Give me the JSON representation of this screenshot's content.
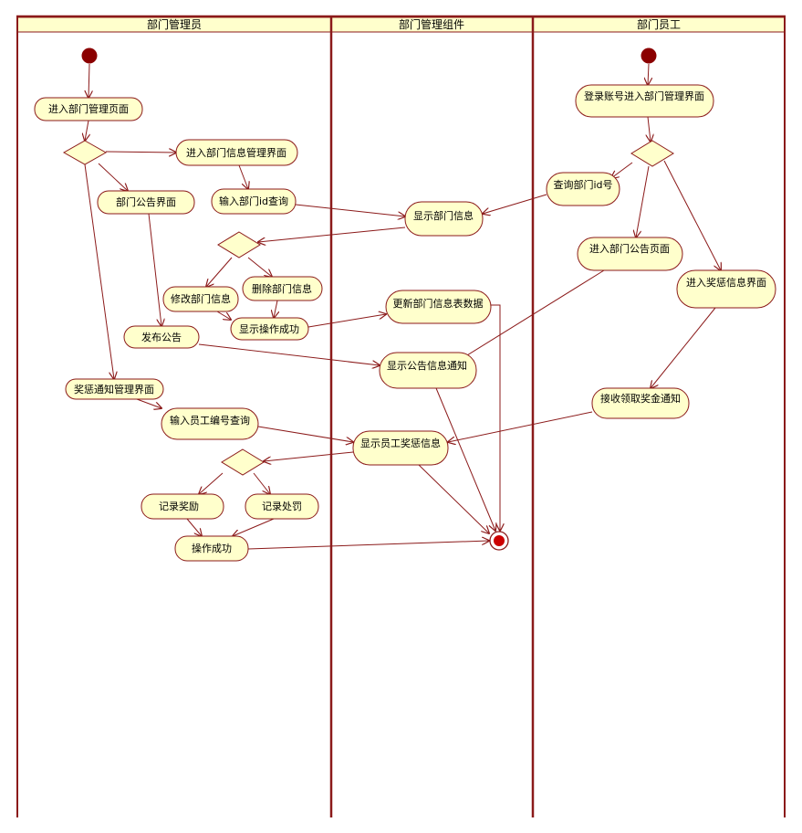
{
  "diagram": {
    "lanes": [
      {
        "id": "admin",
        "title": "部门管理员"
      },
      {
        "id": "component",
        "title": "部门管理组件"
      },
      {
        "id": "staff",
        "title": "部门员工"
      }
    ],
    "nodes": {
      "a1": "进入部门管理页面",
      "a2": "进入部门信息管理界面",
      "a3": "部门公告界面",
      "a4": "输入部门id查询",
      "a5": "修改部门信息",
      "a6": "删除部门信息",
      "a7": "显示操作成功",
      "a8": "发布公告",
      "a9": "奖惩通知管理界面",
      "a10": "输入员工编号查询",
      "a11": "记录奖励",
      "a12": "记录处罚",
      "a13": "操作成功",
      "c1": "显示部门信息",
      "c2": "更新部门信息表数据",
      "c3": "显示公告信息通知",
      "c4": "显示员工奖惩信息",
      "s1": "登录账号进入部门管理界面",
      "s2": "查询部门id号",
      "s3": "进入部门公告页面",
      "s4": "进入奖惩信息界面",
      "s5": "接收领取奖金通知"
    },
    "colors": {
      "node_fill": "#ffffcc",
      "stroke": "#8b1a1a",
      "header_fill": "#ffffcc",
      "start_fill": "#8b0000"
    }
  }
}
